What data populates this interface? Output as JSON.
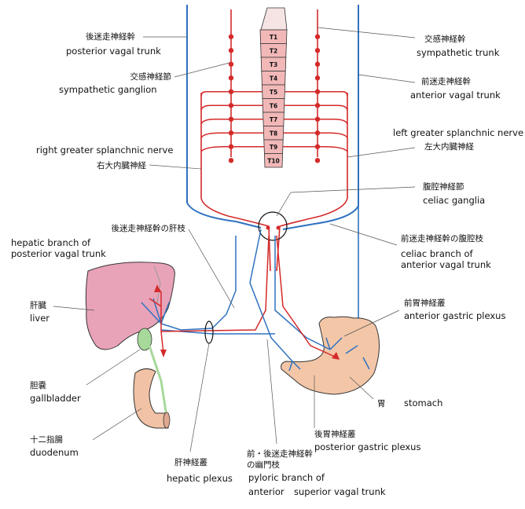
{
  "vertebrae": [
    "T1",
    "T2",
    "T3",
    "T4",
    "T5",
    "T6",
    "T7",
    "T8",
    "T9",
    "T10"
  ],
  "labels": {
    "posterior_vagal_trunk": {
      "jp": "後迷走神経幹",
      "en": "posterior vagal trunk"
    },
    "sympathetic_ganglion": {
      "jp": "交感神経節",
      "en": "sympathetic ganglion"
    },
    "right_greater_splanchnic": {
      "en": "right greater splanchnic nerve",
      "jp": "右大内臓神経"
    },
    "hepatic_branch": {
      "jp": "後迷走神経幹の肝枝",
      "en1": "hepatic branch of",
      "en2": "posterior vagal trunk"
    },
    "liver": {
      "jp": "肝臓",
      "en": "liver"
    },
    "gallbladder": {
      "jp": "胆嚢",
      "en": "gallbladder"
    },
    "duodenum": {
      "jp": "十二指腸",
      "en": "duodenum"
    },
    "hepatic_plexus": {
      "jp": "肝神経叢",
      "en": "hepatic plexus"
    },
    "pyloric_branch": {
      "jp1": "前・後迷走神経幹",
      "jp2": "の幽門枝",
      "en1": "pyloric branch of",
      "en2a": "anterior",
      "en2b": "superior vagal trunk"
    },
    "sympathetic_trunk": {
      "jp": "交感神経幹",
      "en": "sympathetic trunk"
    },
    "anterior_vagal_trunk": {
      "jp": "前迷走神経幹",
      "en": "anterior vagal trunk"
    },
    "left_greater_splanchnic": {
      "en": "left greater splanchnic nerve",
      "jp": "左大内臓神経"
    },
    "celiac_ganglia": {
      "jp": "腹腔神経節",
      "en": "celiac ganglia"
    },
    "celiac_branch": {
      "jp": "前迷走神経幹の腹腔枝",
      "en1": "celiac branch of",
      "en2": "anterior vagal trunk"
    },
    "anterior_gastric_plexus": {
      "jp": "前胃神経叢",
      "en": "anterior gastric plexus"
    },
    "stomach": {
      "jp": "胃",
      "en": "stomach"
    },
    "posterior_gastric_plexus": {
      "jp": "後胃神経叢",
      "en": "posterior gastric plexus"
    }
  },
  "colors": {
    "vagal": "#2f72c0",
    "sympathetic": "#d42a2a",
    "spine": "#f2b8b8",
    "liver": "#e9a3b8",
    "stomach": "#f3c6a7",
    "duodenum": "#f1c2a5",
    "gallbladder": "#a6d99a",
    "leader": "#555555"
  }
}
